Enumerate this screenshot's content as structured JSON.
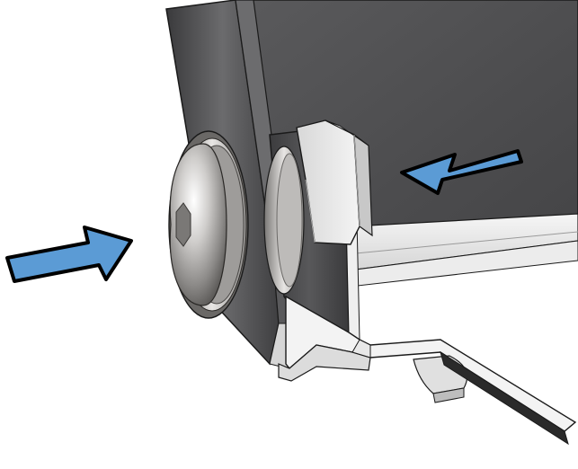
{
  "figure": {
    "kind": "cad-assembly-rendering",
    "colors": {
      "background": "#ffffff",
      "panel_dark": "#4f4f51",
      "bracket_light": "#eeeeee",
      "outline": "#1a1a1a",
      "arrow_fill": "#5b9bd5",
      "arrow_outline": "#000000",
      "screw_metal": "#c9c7c5",
      "nut_metal": "#e3e3e3"
    },
    "arrows": [
      {
        "name": "left-arrow",
        "direction": "right"
      },
      {
        "name": "right-arrow",
        "direction": "left"
      }
    ]
  }
}
